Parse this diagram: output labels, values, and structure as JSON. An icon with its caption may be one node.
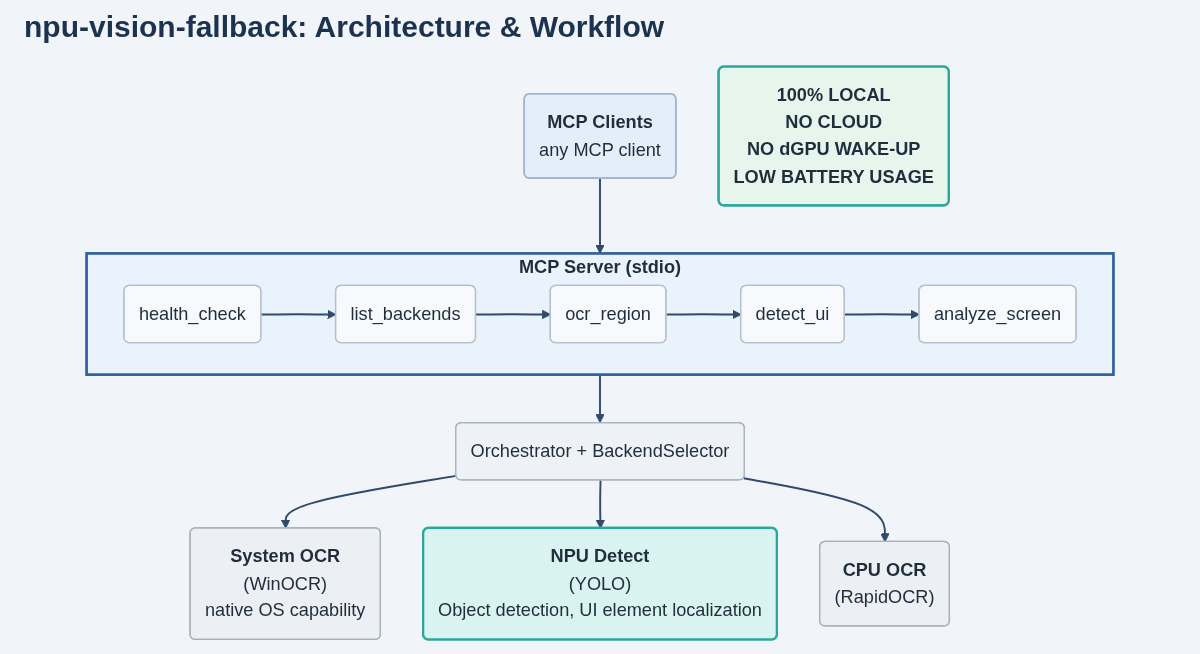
{
  "diagram": {
    "title": "npu-vision-fallback: Architecture & Workflow",
    "nodes": [
      {
        "text": [
          "MCP Clients",
          "any MCP client"
        ]
      },
      {
        "text": [
          "MCP Server (stdio)"
        ]
      },
      {
        "text": [
          "health_check"
        ],
        "in": 1
      },
      {
        "text": [
          "list_backends"
        ],
        "in": 1
      },
      {
        "text": [
          "ocr_region"
        ],
        "in": 1
      },
      {
        "text": [
          "detect_ui"
        ],
        "in": 1
      },
      {
        "text": [
          "analyze_screen"
        ],
        "in": 1
      },
      {
        "text": [
          "Orchestrator + BackendSelector"
        ]
      },
      {
        "text": [
          "System OCR",
          "(WinOCR)",
          "native OS capability"
        ]
      },
      {
        "text": [
          "NPU Detect",
          "(YOLO)",
          "Object detection, UI element localization"
        ]
      },
      {
        "text": [
          "CPU OCR",
          "(RapidOCR)"
        ]
      },
      {
        "text": [
          "100% LOCAL",
          "NO CLOUD",
          "NO dGPU WAKE-UP",
          "LOW BATTERY USAGE"
        ]
      }
    ],
    "edges": [
      {
        "from": 0,
        "to": 1,
        "arrow": "to"
      },
      {
        "from": 2,
        "to": 3,
        "arrow": "to"
      },
      {
        "from": 3,
        "to": 4,
        "arrow": "to"
      },
      {
        "from": 4,
        "to": 5,
        "arrow": "to"
      },
      {
        "from": 5,
        "to": 6,
        "arrow": "to"
      },
      {
        "from": 1,
        "to": 7,
        "arrow": "to"
      },
      {
        "from": 7,
        "to": 8,
        "arrow": "to"
      },
      {
        "from": 7,
        "to": 9,
        "arrow": "to"
      },
      {
        "from": 7,
        "to": 10,
        "arrow": "to"
      }
    ]
  }
}
